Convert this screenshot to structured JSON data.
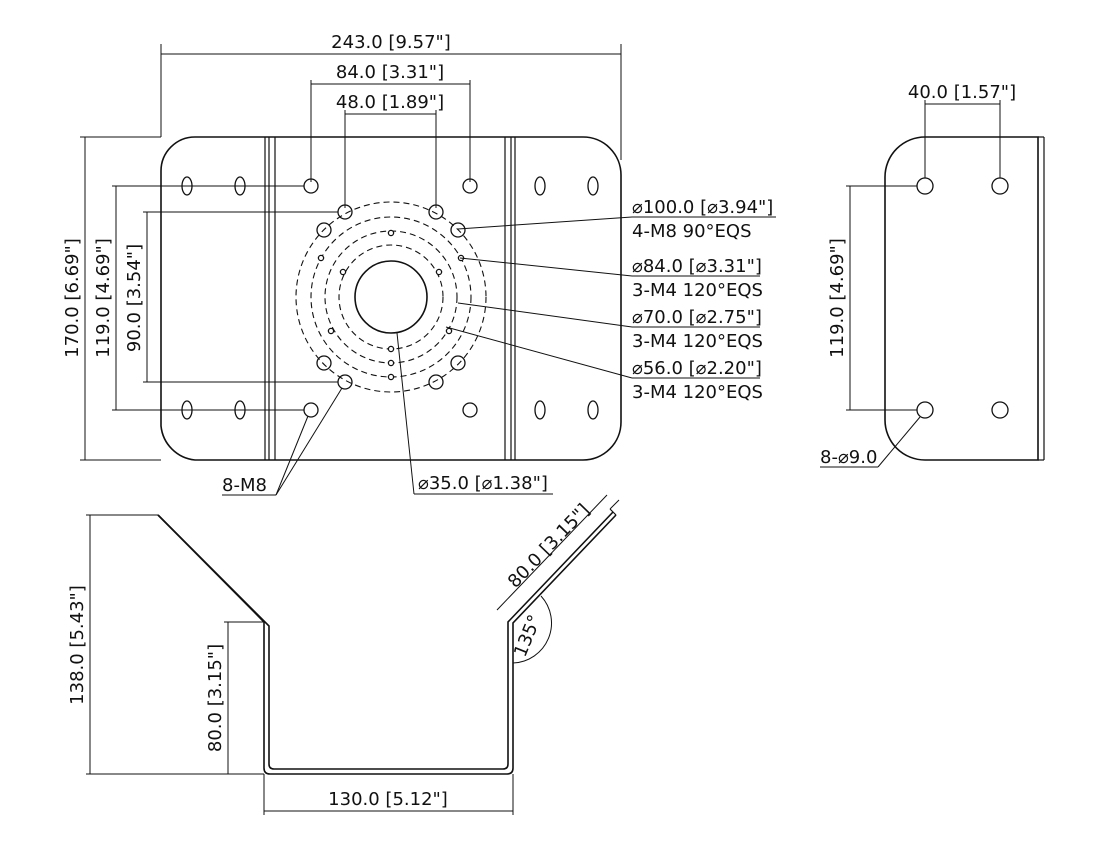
{
  "top_view": {
    "width_total": "243.0 [9.57\"]",
    "width_outer_holes": "84.0 [3.31\"]",
    "width_inner_holes": "48.0 [1.89\"]",
    "height_total": "170.0 [6.69\"]",
    "height_holes": "119.0 [4.69\"]",
    "height_inner": "90.0 [3.54\"]",
    "callouts": {
      "c100_dia": "⌀100.0 [⌀3.94\"]",
      "c100_spec": "4-M8 90°EQS",
      "c84_dia": "⌀84.0 [⌀3.31\"]",
      "c84_spec": "3-M4 120°EQS",
      "c70_dia": "⌀70.0 [⌀2.75\"]",
      "c70_spec": "3-M4 120°EQS",
      "c56_dia": "⌀56.0 [⌀2.20\"]",
      "c56_spec": "3-M4 120°EQS",
      "center_hole": "⌀35.0 [⌀1.38\"]",
      "m8_holes": "8-M8"
    }
  },
  "side_view": {
    "width_holes": "40.0 [1.57\"]",
    "height_holes": "119.0 [4.69\"]",
    "holes": "8-⌀9.0"
  },
  "profile_view": {
    "height_total": "138.0 [5.43\"]",
    "height_wall": "80.0 [3.15\"]",
    "bottom_width": "130.0 [5.12\"]",
    "flange_length": "80.0 [3.15\"]",
    "angle": "135°"
  }
}
